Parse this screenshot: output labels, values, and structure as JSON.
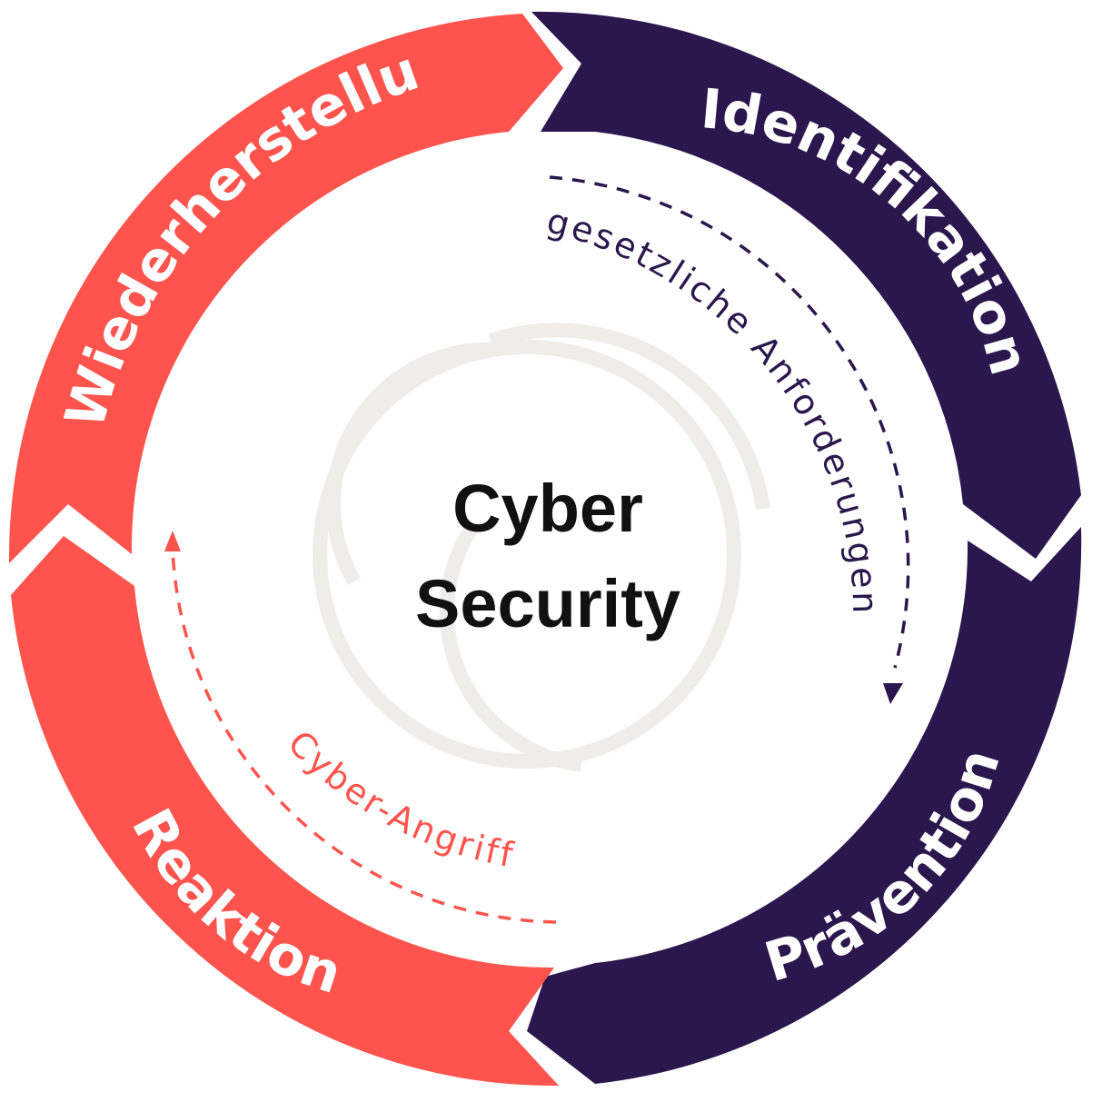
{
  "colors": {
    "dark": "#2b164d",
    "coral": "#ff544d",
    "watermark": "#f0ece8",
    "text": "#111111"
  },
  "center": {
    "line1": "Cyber",
    "line2": "Security"
  },
  "segments": {
    "identifikation": "Identifikation",
    "praevention": "Prävention",
    "reaktion": "Reaktion",
    "wiederherstellung": "Wiederherstellung"
  },
  "flows": {
    "gesetzlich": "gesetzliche Anforderungen",
    "angriff": "Cyber-Angriff"
  }
}
